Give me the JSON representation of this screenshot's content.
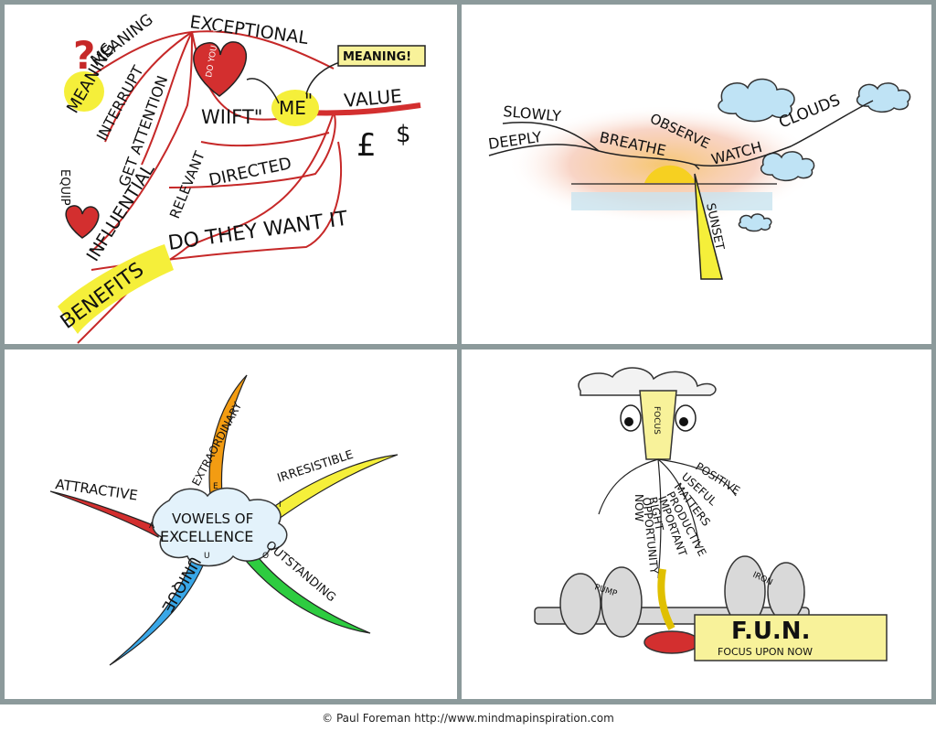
{
  "panel1": {
    "words": {
      "q_mark": "?",
      "meaning_circle": "MEANING",
      "meaning": "MEANING",
      "exceptional": "EXCEPTIONAL",
      "meaning_box": "MEANING!",
      "interrupt": "INTERRUPT",
      "get_attention": "GET ATTENTION",
      "do_you_love_it": "DO YOU LOVE IT",
      "wiift": "WIIFT\"",
      "me": "ME",
      "quote": "\"",
      "value": "VALUE",
      "pound": "£",
      "dollar": "$",
      "relevant": "RELEVANT",
      "directed": "DIRECTED",
      "influential": "INFLUENTIAL",
      "equip": "EQUIP",
      "do_they_want_it": "DO THEY WANT IT",
      "benefits": "BENEFITS"
    }
  },
  "panel2": {
    "words": {
      "slowly": "SLOWLY",
      "deeply": "DEEPLY",
      "breathe": "BREATHE",
      "observe": "OBSERVE",
      "watch": "WATCH",
      "clouds": "CLOUDS",
      "sunset": "SUNSET"
    }
  },
  "panel3": {
    "words": {
      "attractive": "ATTRACTIVE",
      "extraordinary": "EXTRAORDINARY",
      "irresistible": "IRRESISTIBLE",
      "unique": "UNIQUE",
      "outstanding": "OUTSTANDING",
      "vowels_of": "VOWELS OF",
      "excellence": "EXCELLENCE",
      "a": "A",
      "e": "E",
      "i": "I",
      "o": "O",
      "u": "U"
    }
  },
  "panel4": {
    "words": {
      "focus": "FOCUS",
      "positive": "POSITIVE",
      "useful": "USEFUL",
      "matters": "MATTERS",
      "productive": "PRODUCTIVE",
      "important": "IMPORTANT",
      "right": "RIGHT",
      "now": "NOW",
      "opportunity": "OPPORTUNITY",
      "pump": "PUMP",
      "iron": "IRON",
      "fun": "F.U.N.",
      "focus_upon_now": "FOCUS UPON NOW"
    }
  },
  "footer": {
    "credit": "© Paul Foreman http://www.mindmapinspiration.com"
  },
  "colors": {
    "frame": "#8c9a9b",
    "branch_red": "#c62828",
    "highlight_yellow": "#f5ef3a",
    "heart_red": "#d32f2f",
    "cloud_blue": "#bfe3f5",
    "sun_yellow": "#f6d021",
    "cloud_grey": "#f2f2f2"
  }
}
